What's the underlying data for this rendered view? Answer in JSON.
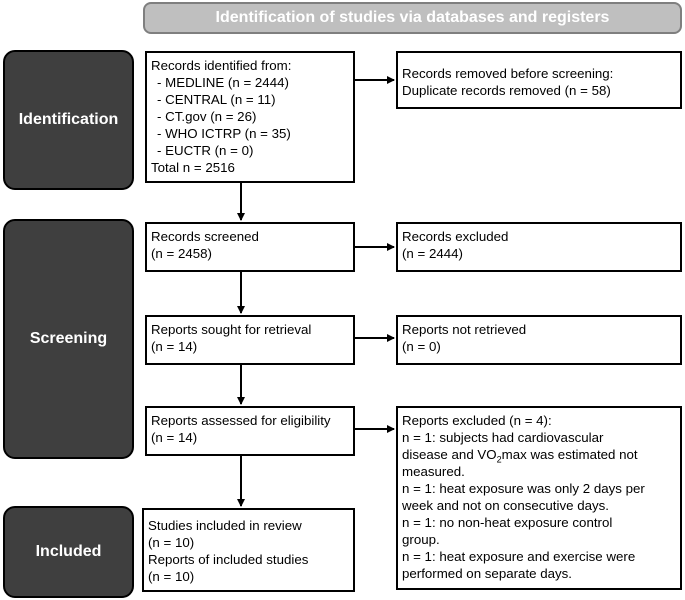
{
  "header": {
    "title": "Identification of studies via databases and registers"
  },
  "phases": {
    "identification": "Identification",
    "screening": "Screening",
    "included": "Included"
  },
  "identified": {
    "title": "Records identified from:",
    "sources": [
      "- MEDLINE (n = 2444)",
      "- CENTRAL (n = 11)",
      "- CT.gov (n = 26)",
      "- WHO ICTRP (n = 35)",
      "- EUCTR (n = 0)"
    ],
    "total": "Total n = 2516"
  },
  "removed": {
    "line1": "Records removed before screening:",
    "line2": "Duplicate records removed (n = 58)"
  },
  "screened": {
    "line1": "Records screened",
    "line2": "(n = 2458)"
  },
  "excluded": {
    "line1": "Records excluded",
    "line2": "(n = 2444)"
  },
  "sought": {
    "line1": "Reports sought for retrieval",
    "line2": "(n = 14)"
  },
  "not_retrieved": {
    "line1": "Reports not retrieved",
    "line2": "(n = 0)"
  },
  "assessed": {
    "line1": "Reports assessed for eligibility",
    "line2": "(n = 14)"
  },
  "reports_excluded": {
    "title": "Reports excluded (n = 4):",
    "reason1_a": "n = 1: subjects had cardiovascular",
    "reason1_b_pre": "disease and VO",
    "reason1_b_sub": "2",
    "reason1_b_post": "max was estimated not",
    "reason1_c": "measured.",
    "reason2_a": "n = 1: heat exposure was only 2 days per",
    "reason2_b": "week and not on consecutive days.",
    "reason3_a": "n = 1: no non-heat exposure control",
    "reason3_b": "group.",
    "reason4_a": "n = 1: heat exposure and exercise were",
    "reason4_b": "performed on separate days."
  },
  "included": {
    "line1": "Studies included in review",
    "line2": "(n = 10)",
    "line3": "Reports of included studies",
    "line4": "(n = 10)"
  }
}
